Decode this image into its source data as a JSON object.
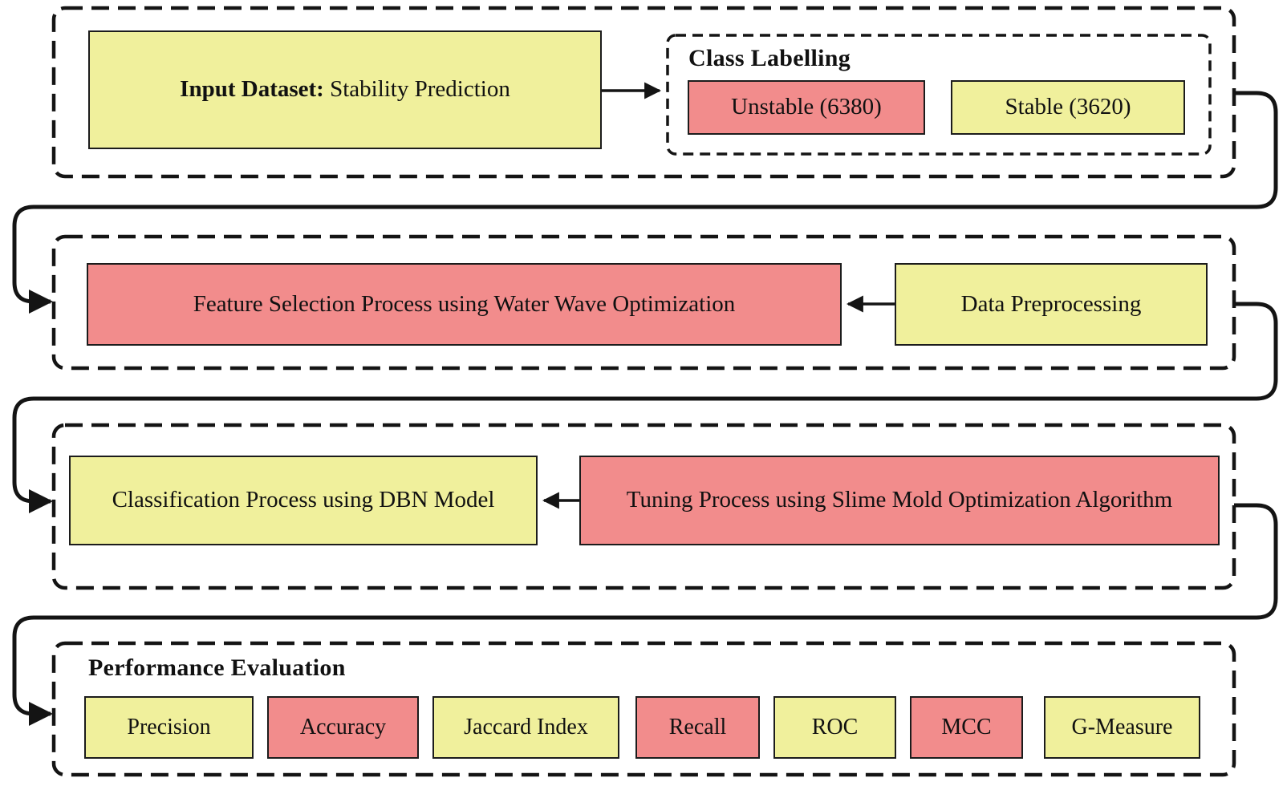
{
  "colors": {
    "yellow": "#F0F09C",
    "red": "#F28C8C",
    "line": "#141414"
  },
  "sections": {
    "input": {
      "title_bold": "Input Dataset:",
      "title_rest": "Stability Prediction",
      "class_labelling": {
        "title": "Class Labelling",
        "unstable_label": "Unstable (6380)",
        "stable_label": "Stable (3620)"
      }
    },
    "preprocessing": {
      "feature_selection_label": "Feature Selection Process using Water Wave Optimization",
      "data_preprocessing_label": "Data Preprocessing"
    },
    "classification": {
      "classification_label": "Classification Process using DBN Model",
      "tuning_label": "Tuning Process using Slime Mold Optimization Algorithm"
    },
    "evaluation": {
      "title": "Performance Evaluation",
      "metrics": [
        {
          "label": "Precision",
          "color": "yellow"
        },
        {
          "label": "Accuracy",
          "color": "red"
        },
        {
          "label": "Jaccard Index",
          "color": "yellow"
        },
        {
          "label": "Recall",
          "color": "red"
        },
        {
          "label": "ROC",
          "color": "yellow"
        },
        {
          "label": "MCC",
          "color": "red"
        },
        {
          "label": "G-Measure",
          "color": "yellow"
        }
      ]
    }
  }
}
